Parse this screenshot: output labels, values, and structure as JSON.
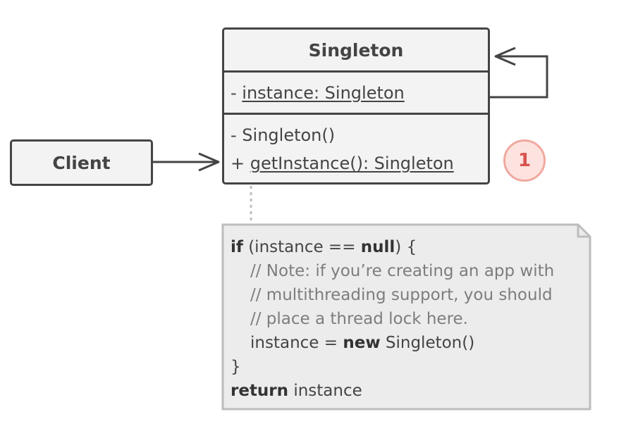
{
  "singleton": {
    "name": "Singleton",
    "field": {
      "visibility": "- ",
      "text": "instance: Singleton"
    },
    "methods": [
      {
        "visibility": "- ",
        "text": "Singleton()"
      },
      {
        "visibility": "+ ",
        "text": "getInstance(): Singleton"
      }
    ]
  },
  "client": {
    "name": "Client"
  },
  "badge": {
    "number": "1"
  },
  "note": {
    "line1": {
      "kw1": "if",
      "t1": " (instance == ",
      "kw2": "null",
      "t2": ") {"
    },
    "line2": "// Note: if you’re creating an app with",
    "line3": "// multithreading support, you should",
    "line4": "// place a thread lock here.",
    "line5": {
      "t1": "instance = ",
      "kw": "new",
      "t2": " Singleton()"
    },
    "line6": "}",
    "line7": {
      "kw": "return",
      "t": " instance"
    }
  },
  "colors": {
    "stroke": "#444444",
    "box_fill": "#f3f3f3",
    "note_fill": "#ececec",
    "note_border": "#bdbdbd",
    "badge_fill": "#fde3df",
    "badge_text": "#d9534f"
  }
}
